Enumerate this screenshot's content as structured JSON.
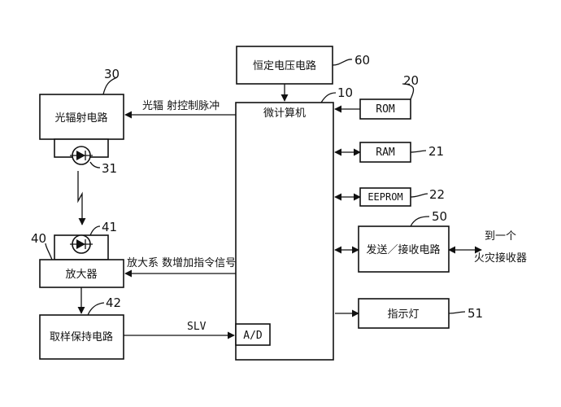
{
  "blocks": {
    "constant_voltage": {
      "label": "恒定电压电路",
      "ref": "60"
    },
    "microcomputer": {
      "label": "微计算机",
      "ref": "10"
    },
    "rom": {
      "label": "ROM",
      "ref": "20"
    },
    "ram": {
      "label": "RAM",
      "ref": "21"
    },
    "eeprom": {
      "label": "EEPROM",
      "ref": "22"
    },
    "transceiver": {
      "label": "发送／接收电路",
      "ref": "50"
    },
    "indicator": {
      "label": "指示灯",
      "ref": "51"
    },
    "light_emitting": {
      "label": "光辐射电路",
      "ref": "30"
    },
    "emitter_diode": {
      "ref": "31"
    },
    "receiver_diode": {
      "ref": "41"
    },
    "amplifier": {
      "label": "放大器",
      "ref": "40"
    },
    "sample_hold": {
      "label": "取样保持电路",
      "ref": "42"
    },
    "adc": {
      "label": "A/D"
    }
  },
  "signals": {
    "light_control_pulse": "光辐 射控制脉冲",
    "gain_increase_command": "放大系 数增加指令信号",
    "slv": "SLV",
    "to_fire_receiver_line1": "到一个",
    "to_fire_receiver_line2": "火灾接收器"
  }
}
